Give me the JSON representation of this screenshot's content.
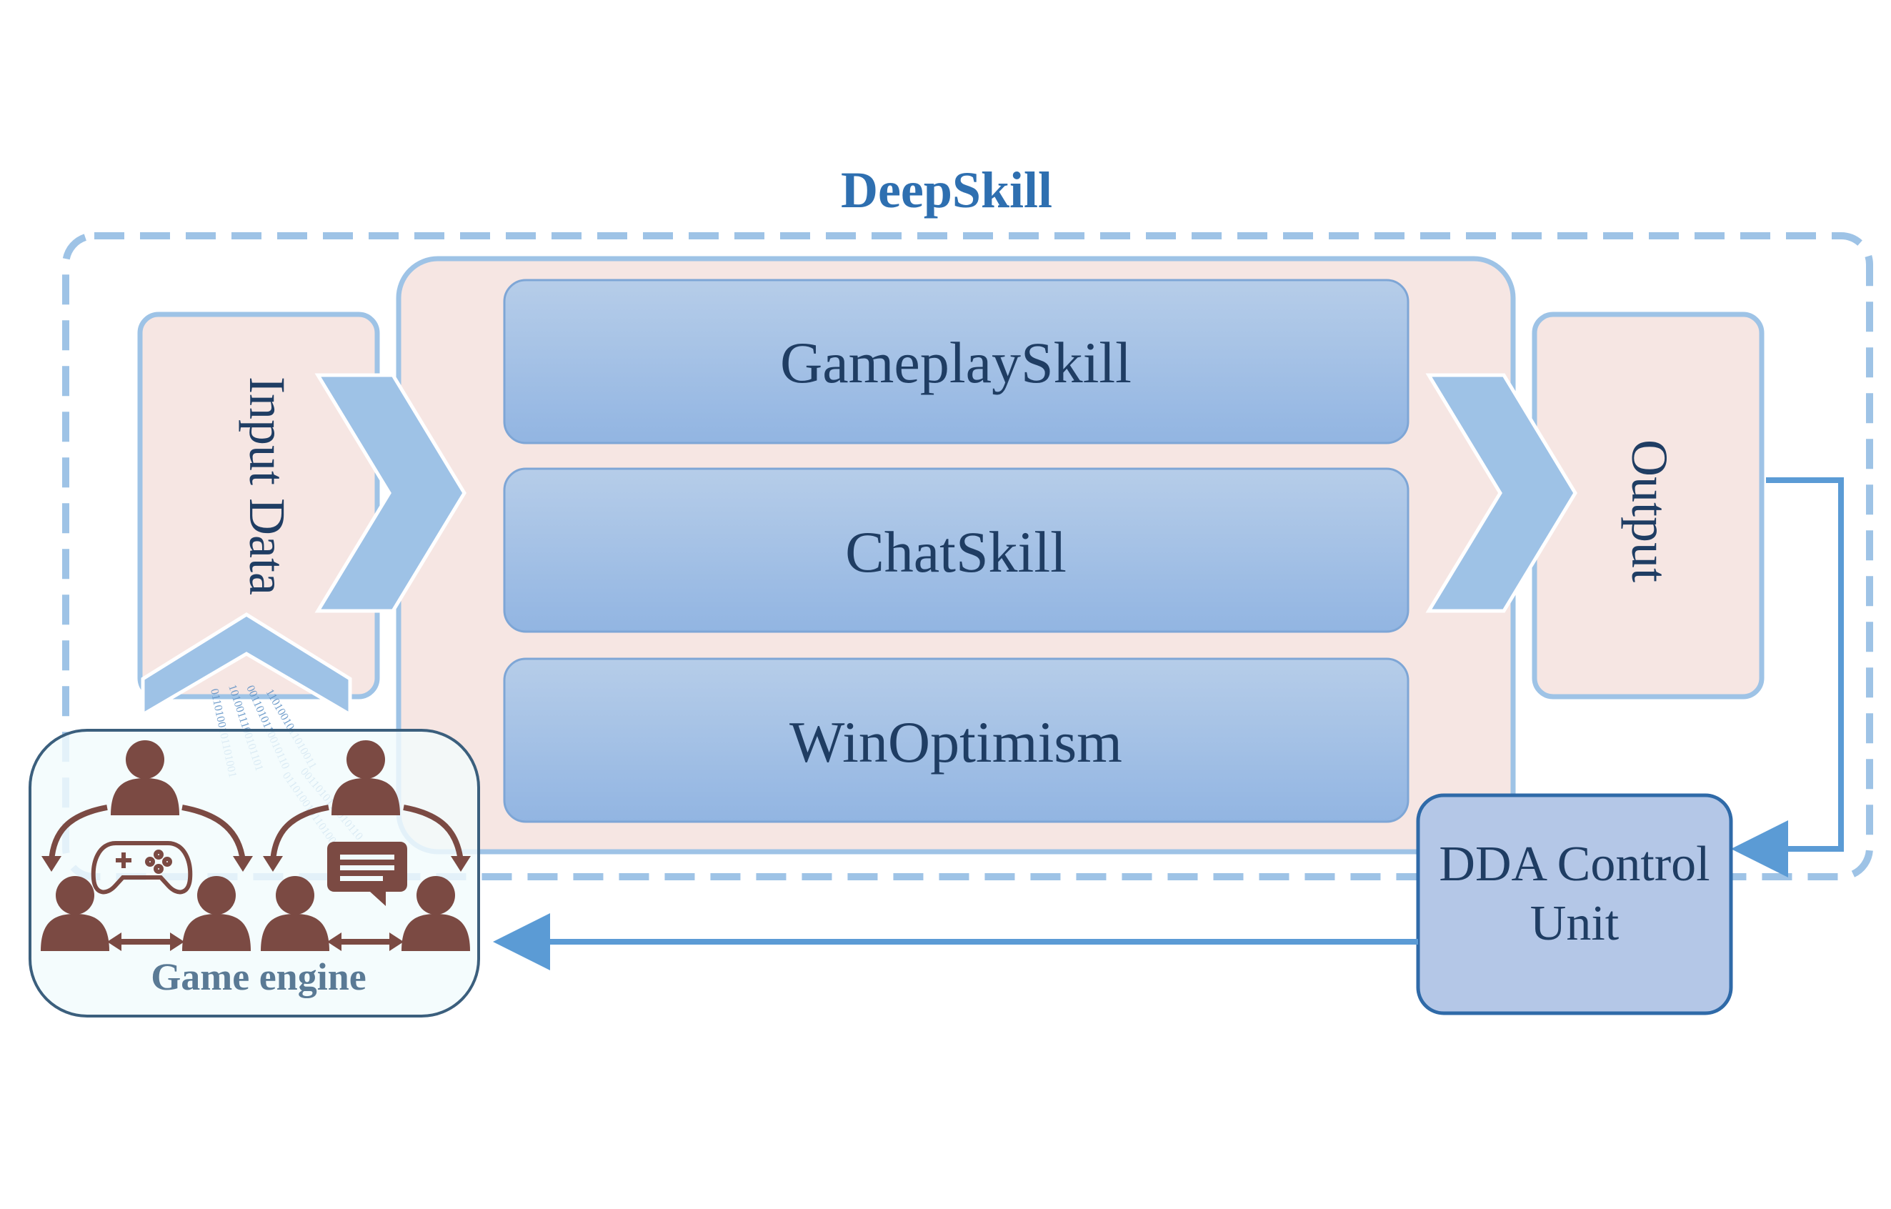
{
  "title": "DeepSkill",
  "input_label": "Input Data",
  "output_label": "Output",
  "modules": [
    {
      "label": "GameplaySkill"
    },
    {
      "label": "ChatSkill"
    },
    {
      "label": "WinOptimism"
    }
  ],
  "control_unit": {
    "line1": "DDA Control",
    "line2": "Unit"
  },
  "engine_label": "Game engine",
  "binary_stream": [
    "0110100101101001",
    "1010011100101101",
    "0011010110010110",
    "1101001011010011"
  ],
  "colors": {
    "title_blue": "#2e6fb0",
    "dash_border": "#9ec3e6",
    "panel_fill": "#f6e6e3",
    "panel_border": "#9ec3e6",
    "module_top": "#b3cbe9",
    "module_bottom": "#93b6e3",
    "module_text": "#1f3d63",
    "chevron": "#9ec2e6",
    "arrow": "#5b9bd5",
    "dda_fill": "#b4c7e7",
    "dda_border": "#2f6aa8",
    "engine_fill": "#f1fbfc",
    "engine_border": "#3b5f7d",
    "icon": "#7b4a43",
    "engine_text": "#5a7a95"
  }
}
